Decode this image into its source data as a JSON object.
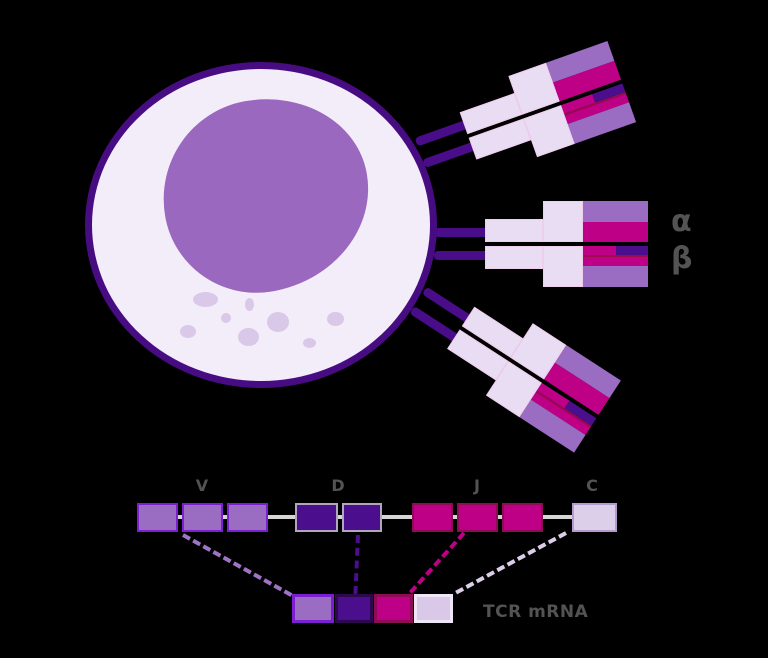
{
  "receptor": {
    "alpha_label": "α",
    "beta_label": "β"
  },
  "gene_row": {
    "groups": [
      {
        "label": "V",
        "segment_count": 3,
        "fill": "#9A6CC2",
        "border": "#7C1FD0"
      },
      {
        "label": "D",
        "segment_count": 2,
        "fill": "#4B0E8C",
        "border": "#B0A6BE"
      },
      {
        "label": "J",
        "segment_count": 3,
        "fill": "#BE0087",
        "border": "#8C0D53"
      },
      {
        "label": "C",
        "segment_count": 1,
        "fill": "#DCCFEA",
        "border": "#B49BCE"
      }
    ]
  },
  "mrna": {
    "label": "TCR mRNA",
    "segments": [
      {
        "name": "V",
        "color": "#9A6CC2"
      },
      {
        "name": "D",
        "color": "#4B0E8C"
      },
      {
        "name": "J",
        "color": "#BE0087"
      },
      {
        "name": "C",
        "color": "#D9C8E8"
      }
    ]
  },
  "colors": {
    "background": "#000000",
    "cell_outline": "#470C82",
    "cell_fill": "#F3EDF9",
    "nucleus": "#9A68BE",
    "granule": "#D9C8E8",
    "receptor_stalk": "#4A0D8A",
    "receptor_constant": "#E9DDF3",
    "v_purple": "#9A6CC2",
    "d_dark_purple": "#4B0E8C",
    "j_magenta": "#BE0087",
    "label_gray": "#535353",
    "backbone_gray": "#D6D6D6"
  }
}
